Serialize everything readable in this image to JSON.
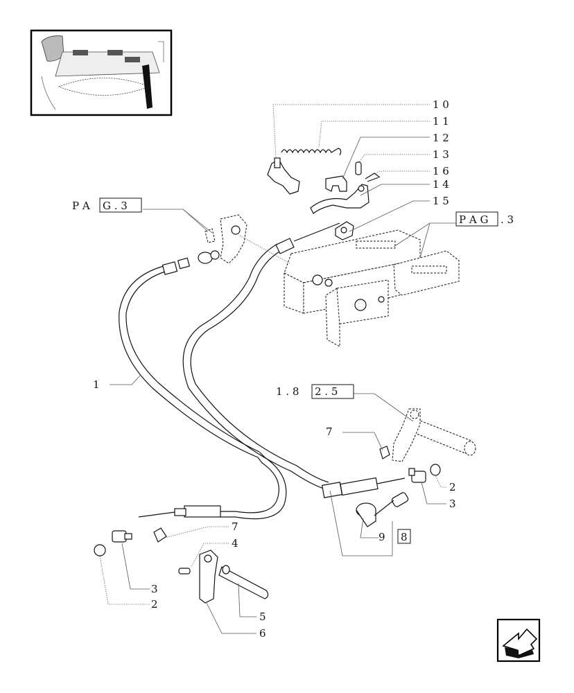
{
  "refs": {
    "pag3_left": {
      "prefix": "P A",
      "boxed": "G . 3"
    },
    "pag3_right": {
      "boxed": "P A G",
      "suffix": ". 3"
    },
    "ref_182": {
      "prefix": "1 . 8",
      "boxed": "2 . 5"
    }
  },
  "callouts": {
    "c10": "1 0",
    "c11": "1 1",
    "c12": "1 2",
    "c13": "1 3",
    "c16": "1 6",
    "c14": "1 4",
    "c15": "1 5",
    "c1": "1",
    "c7a": "7",
    "c2a": "2",
    "c3a": "3",
    "c9": "9",
    "c8": "8",
    "c7b": "7",
    "c4": "4",
    "c3b": "3",
    "c2b": "2",
    "c5": "5",
    "c6": "6"
  },
  "icons": {
    "thumbnail": "tractor-cab-thumbnail",
    "nav": "arrow-back-icon"
  }
}
